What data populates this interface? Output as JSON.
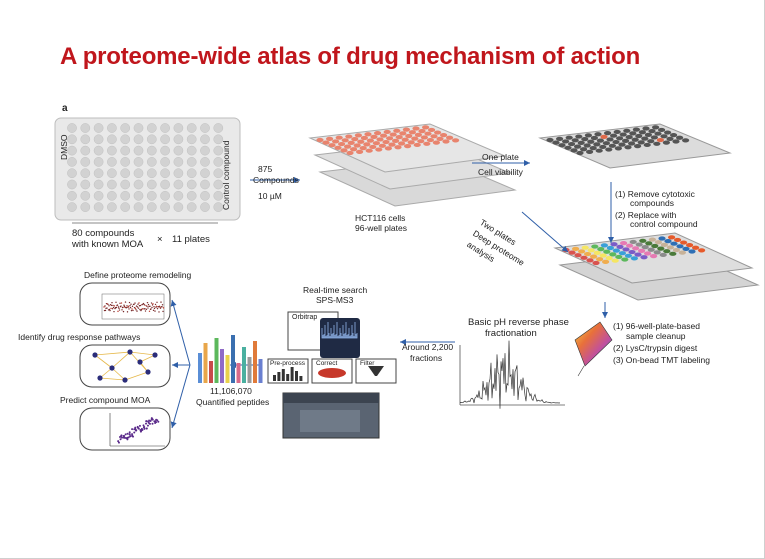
{
  "title": "A proteome-wide atlas of drug mechanism of action",
  "panel_label": "a",
  "plate_left": {
    "dmso_label": "DMSO",
    "control_label": "Control compound",
    "compounds_label": "80 compounds\nwith known MOA",
    "times_symbol": "×",
    "plates_label": "11 plates"
  },
  "step1": {
    "count": "875",
    "unit": "Compounds",
    "dose": "10 µM"
  },
  "cells": {
    "line1": "HCT116 cells",
    "line2": "96-well plates"
  },
  "one_plate": {
    "line1": "One plate",
    "line2": "Cell viability"
  },
  "remove_steps": {
    "s1": "(1) Remove cytotoxic",
    "s1b": "compounds",
    "s2": "(2) Replace with",
    "s2b": "control compound"
  },
  "two_plates": {
    "line1": "Two plates",
    "line2": "Deep proteome",
    "line3": "analysis"
  },
  "prep_steps": {
    "p1": "(1) 96-well-plate-based",
    "p1b": "sample cleanup",
    "p2": "(2) LysC/trypsin digest",
    "p3": "(3) On-bead TMT labeling"
  },
  "fractionation": {
    "line1": "Basic pH reverse phase",
    "line2": "fractionation"
  },
  "fractions": {
    "line1": "Around 2,200",
    "line2": "fractions"
  },
  "search": {
    "line1": "Real-time search",
    "line2": "SPS-MS3",
    "orbitrap": "Orbitrap"
  },
  "process_boxes": [
    "Pre-process",
    "Correct",
    "Filter"
  ],
  "peptides": {
    "line1": "11,106,070",
    "line2": "Quantified peptides"
  },
  "outcomes": {
    "o1": "Define proteome remodeling",
    "o2": "Identify drug response pathways",
    "o3": "Predict compound MOA"
  },
  "colors": {
    "title": "#c0161c",
    "plate_gray": "#e6e6e6",
    "salmon": "#e8846e",
    "dark_well": "#555555",
    "accent_blue": "#2f5fa8"
  }
}
